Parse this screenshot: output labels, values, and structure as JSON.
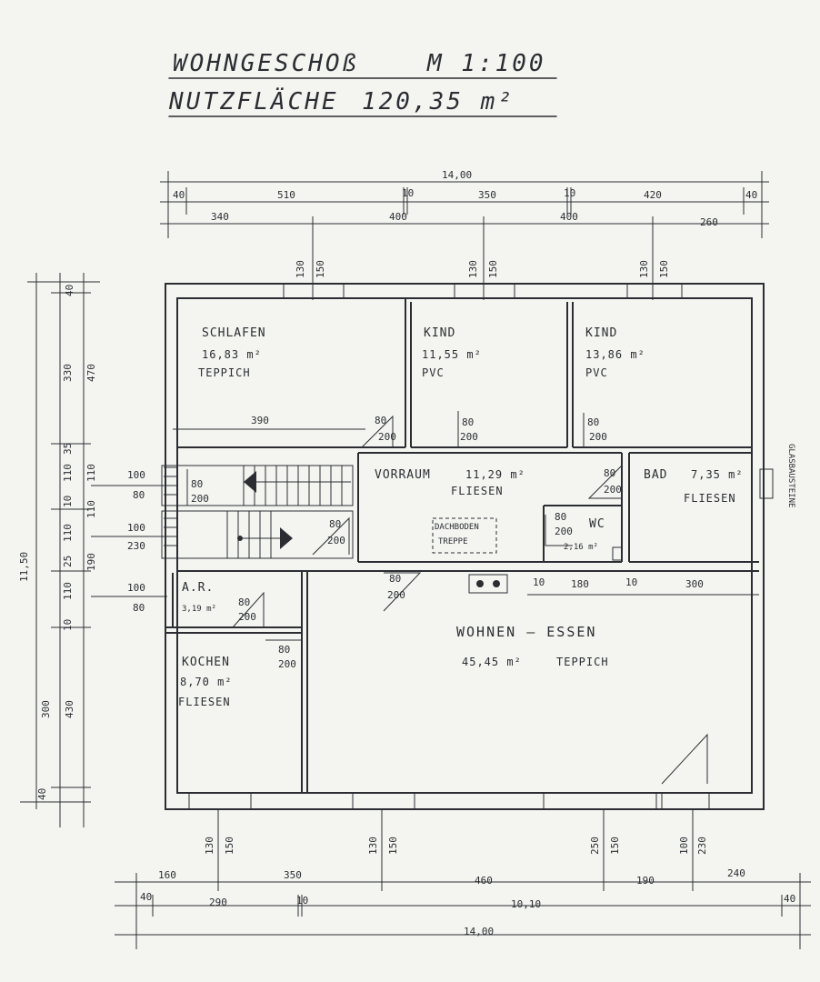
{
  "header": {
    "title_left": "WOHNGESCHOß",
    "title_scale": "M 1:100",
    "subtitle_left": "NUTZFLÄCHE",
    "subtitle_value": "120,35 m²"
  },
  "rooms": {
    "schlafen": {
      "name": "SCHLAFEN",
      "area": "16,83 m²",
      "floor": "TEPPICH"
    },
    "kind1": {
      "name": "KIND",
      "area": "11,55 m²",
      "floor": "PVC"
    },
    "kind2": {
      "name": "KIND",
      "area": "13,86 m²",
      "floor": "PVC"
    },
    "vorraum": {
      "name": "VORRAUM",
      "area": "11,29 m²",
      "floor": "FLIESEN"
    },
    "bad": {
      "name": "BAD",
      "area": "7,35 m²",
      "floor": "FLIESEN"
    },
    "wc": {
      "name": "WC",
      "area": "2,16 m²"
    },
    "ar": {
      "name": "A.R.",
      "area": "3,19 m²"
    },
    "kochen": {
      "name": "KOCHEN",
      "area": "8,70 m²",
      "floor": "FLIESEN"
    },
    "wohnen": {
      "name": "WOHNEN — ESSEN",
      "area": "45,45 m²",
      "floor": "TEPPICH"
    },
    "dachboden": {
      "line1": "DACHBODEN",
      "line2": "TREPPE"
    }
  },
  "labels": {
    "glasbausteine": "GLASBAUSTEINE"
  },
  "dims": {
    "top_total": "14,00",
    "top_row1": [
      "40",
      "510",
      "10",
      "350",
      "10",
      "420",
      "40"
    ],
    "top_row2": [
      "340",
      "400",
      "400",
      "260"
    ],
    "bottom_row1": [
      "160",
      "350",
      "460",
      "190",
      "240"
    ],
    "bottom_row2": [
      "40",
      "290",
      "10",
      "10,10",
      "40"
    ],
    "bottom_total": "14,00",
    "left_total": "11,50",
    "left_outer": [
      "40",
      "470",
      "110",
      "110",
      "190",
      "430",
      "40"
    ],
    "left_inner": [
      "330",
      "35",
      "110",
      "10",
      "110",
      "25",
      "110",
      "10",
      "300"
    ],
    "window_top": [
      "130",
      "150",
      "130",
      "150",
      "130",
      "150"
    ],
    "window_bottom": [
      "130",
      "150",
      "130",
      "150",
      "250",
      "150",
      "100",
      "230"
    ],
    "door": [
      "80",
      "200"
    ],
    "stair": [
      "100",
      "80",
      "100",
      "230",
      "100",
      "80"
    ],
    "schlafen_width": "390",
    "wohnen_row": [
      "10",
      "180",
      "10",
      "300"
    ]
  }
}
